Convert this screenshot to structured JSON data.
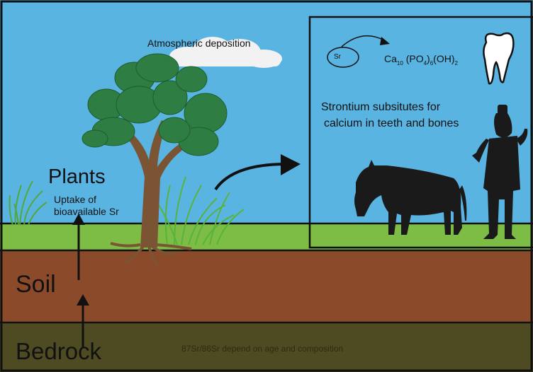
{
  "labels": {
    "plants": "Plants",
    "uptake": "Uptake of bioavailable Sr",
    "soil": "Soil",
    "bedrock": "Bedrock",
    "atmospheric": "Atmospheric deposition",
    "strontium_line1": "Strontium subsitutes for",
    "strontium_line2": "calcium in teeth and bones",
    "sr": "Sr",
    "isotope_note": "87Sr/86Sr depend on age and composition"
  },
  "formula": {
    "ca": "Ca",
    "ca_sub": "10",
    "po4": "(PO",
    "po4_sub": "4",
    "close": ")",
    "close_sub": "6",
    "oh": "(OH)",
    "oh_sub": "2"
  },
  "colors": {
    "sky": "#5ab4e2",
    "grass": "#7ebd45",
    "soil": "#8b4a2a",
    "bedrock": "#4e4a21",
    "foliage": "#2e7d42",
    "trunk": "#7a5433",
    "silhouette": "#1a1a1a"
  }
}
